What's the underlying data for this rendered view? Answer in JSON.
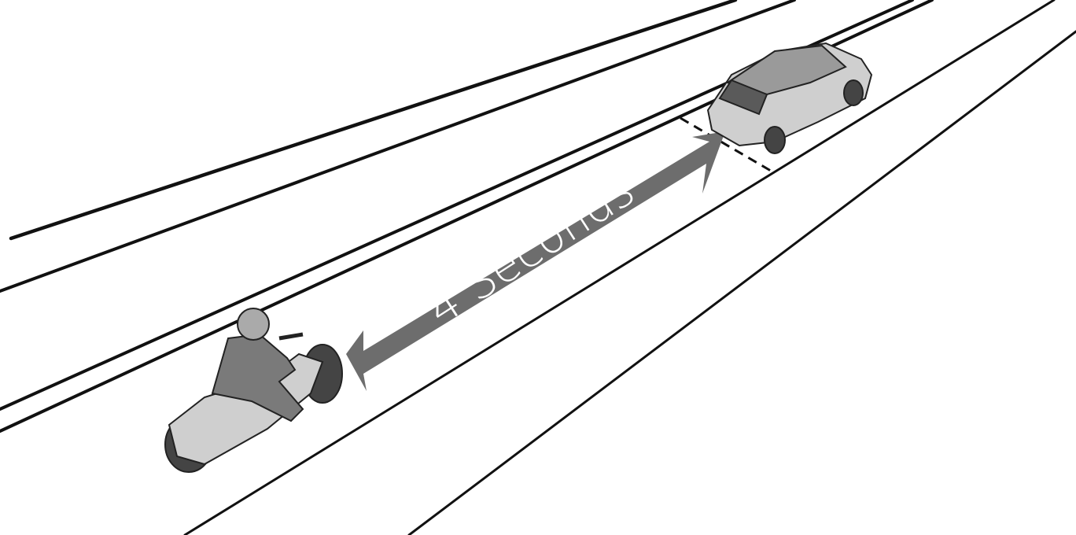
{
  "diagram": {
    "label": "4 Seconds",
    "colors": {
      "arrow": "#6d6d6d",
      "lines": "#111111",
      "vehicle_fill": "#c8c8c8",
      "vehicle_dark": "#5a5a5a"
    },
    "elements": [
      "road-lines",
      "following-distance-arrow",
      "car",
      "motorcycle-rider"
    ]
  }
}
